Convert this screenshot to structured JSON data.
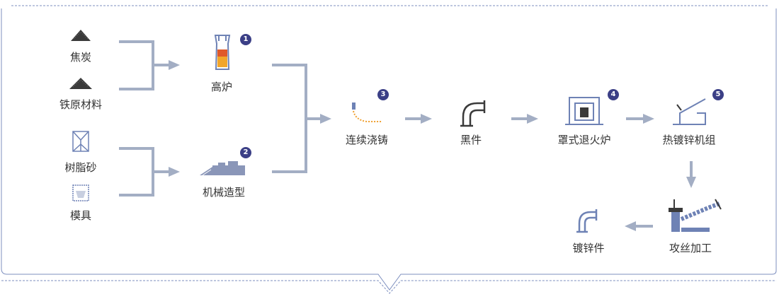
{
  "nodes": {
    "coke": "焦炭",
    "iron_material": "铁原材料",
    "resin_sand": "树脂砂",
    "mold": "模具",
    "blast_furnace": "高炉",
    "machine_molding": "机械造型",
    "continuous_casting": "连续浇铸",
    "black_part": "黑件",
    "hood_annealing_furnace": "罩式退火炉",
    "hot_dip_galvanizing_unit": "热镀锌机组",
    "threading": "攻丝加工",
    "galvanized_part": "镀锌件"
  },
  "steps": {
    "blast_furnace": "1",
    "machine_molding": "2",
    "continuous_casting": "3",
    "hood_annealing_furnace": "4",
    "hot_dip_galvanizing_unit": "5"
  },
  "colors": {
    "connector": "#a3aec4",
    "badge": "#3b3f86",
    "frame_border": "#7d8fbf",
    "icon_dark": "#3a3a3a",
    "icon_blue": "#6e82b5"
  }
}
